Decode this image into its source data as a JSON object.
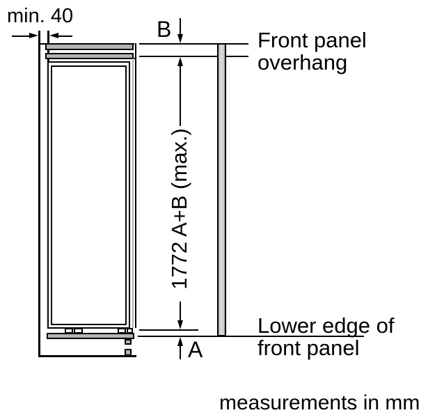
{
  "diagram": {
    "units_note": "measurements in mm",
    "dimensions": {
      "side_clearance": {
        "label": "min. 40"
      },
      "overhang_top": {
        "label": "B"
      },
      "overhang_bottom": {
        "label": "A"
      },
      "front_panel_height": {
        "label": "1772 A+B (max.)"
      }
    },
    "callouts": {
      "front_panel_overhang": {
        "line1": "Front panel",
        "line2": "overhang"
      },
      "lower_edge": {
        "line1": "Lower edge of",
        "line2": "front panel"
      }
    },
    "colors": {
      "line": "#000000",
      "panel_gray": "#b3b3b3",
      "panel_light": "#d8d8d8",
      "background": "#ffffff"
    }
  }
}
